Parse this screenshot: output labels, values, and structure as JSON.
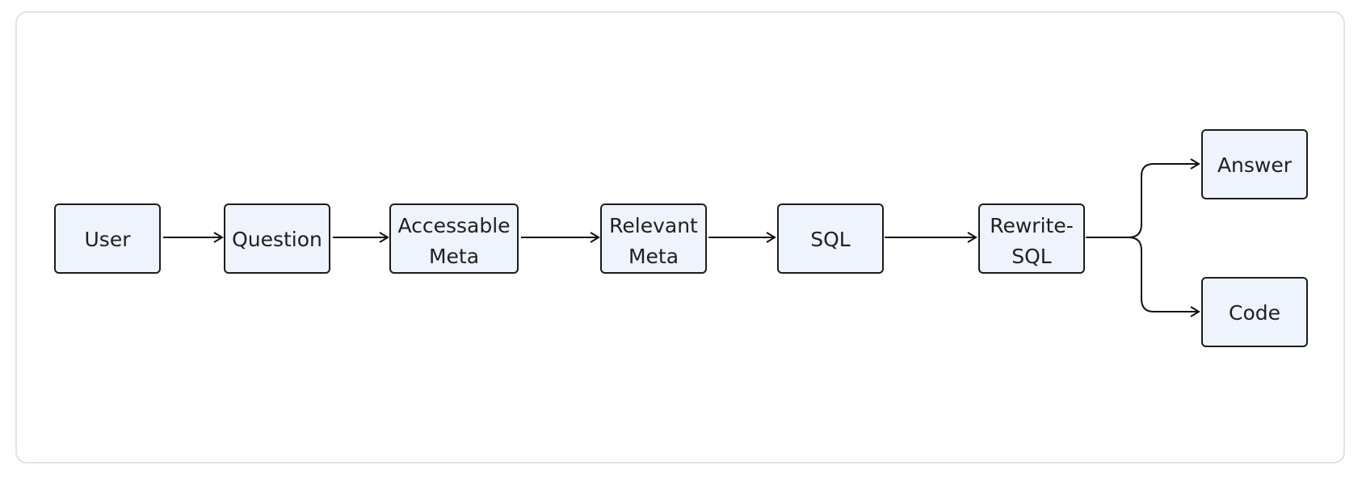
{
  "diagram": {
    "nodes": {
      "user": {
        "lines": [
          "User"
        ]
      },
      "question": {
        "lines": [
          "Question"
        ]
      },
      "accessable_meta": {
        "lines": [
          "Accessable",
          "Meta"
        ]
      },
      "relevant_meta": {
        "lines": [
          "Relevant",
          "Meta"
        ]
      },
      "sql": {
        "lines": [
          "SQL"
        ]
      },
      "rewrite_sql": {
        "lines": [
          "Rewrite-",
          "SQL"
        ]
      },
      "answer": {
        "lines": [
          "Answer"
        ]
      },
      "code": {
        "lines": [
          "Code"
        ]
      }
    },
    "edges": [
      {
        "from": "user",
        "to": "question"
      },
      {
        "from": "question",
        "to": "accessable_meta"
      },
      {
        "from": "accessable_meta",
        "to": "relevant_meta"
      },
      {
        "from": "relevant_meta",
        "to": "sql"
      },
      {
        "from": "sql",
        "to": "rewrite_sql"
      },
      {
        "from": "rewrite_sql",
        "to": "answer"
      },
      {
        "from": "rewrite_sql",
        "to": "code"
      }
    ]
  },
  "colors": {
    "node_fill": "#eef3fc",
    "node_stroke": "#1c1c1c",
    "edge": "#111111",
    "text": "#1f1f1f",
    "frame_border": "#e2e2e2"
  }
}
